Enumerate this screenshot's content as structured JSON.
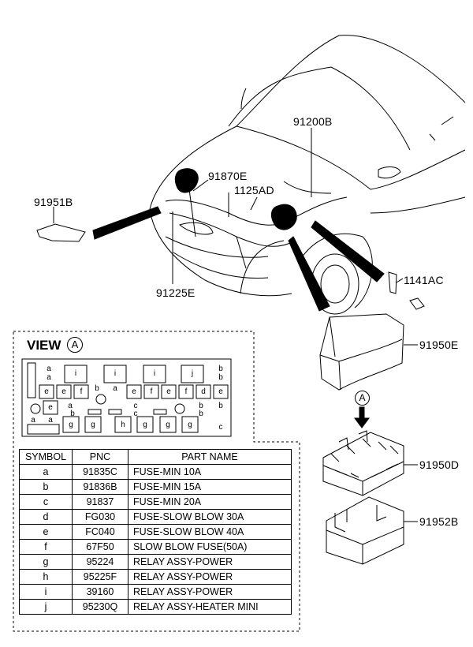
{
  "callouts": {
    "c91200B": "91200B",
    "c91870E": "91870E",
    "c1125AD": "1125AD",
    "c91951B": "91951B",
    "c91225E": "91225E",
    "c1141AC": "1141AC",
    "c91950E": "91950E",
    "c91950D": "91950D",
    "c91952B": "91952B"
  },
  "view": {
    "label": "VIEW",
    "marker": "A"
  },
  "arrow_marker": "A",
  "fusebox": {
    "i": "i",
    "j": "j",
    "g": "g",
    "h": "h",
    "e": "e",
    "f": "f",
    "d": "d",
    "a": "a",
    "b": "b",
    "c": "c"
  },
  "table": {
    "headers": [
      "SYMBOL",
      "PNC",
      "PART NAME"
    ],
    "rows": [
      [
        "a",
        "91835C",
        "FUSE-MIN 10A"
      ],
      [
        "b",
        "91836B",
        "FUSE-MIN 15A"
      ],
      [
        "c",
        "91837",
        "FUSE-MIN 20A"
      ],
      [
        "d",
        "FG030",
        "FUSE-SLOW BLOW 30A"
      ],
      [
        "e",
        "FC040",
        "FUSE-SLOW BLOW 40A"
      ],
      [
        "f",
        "67F50",
        "SLOW BLOW FUSE(50A)"
      ],
      [
        "g",
        "95224",
        "RELAY ASSY-POWER"
      ],
      [
        "h",
        "95225F",
        "RELAY ASSY-POWER"
      ],
      [
        "i",
        "39160",
        "RELAY ASSY-POWER"
      ],
      [
        "j",
        "95230Q",
        "RELAY ASSY-HEATER  MINI"
      ]
    ]
  }
}
